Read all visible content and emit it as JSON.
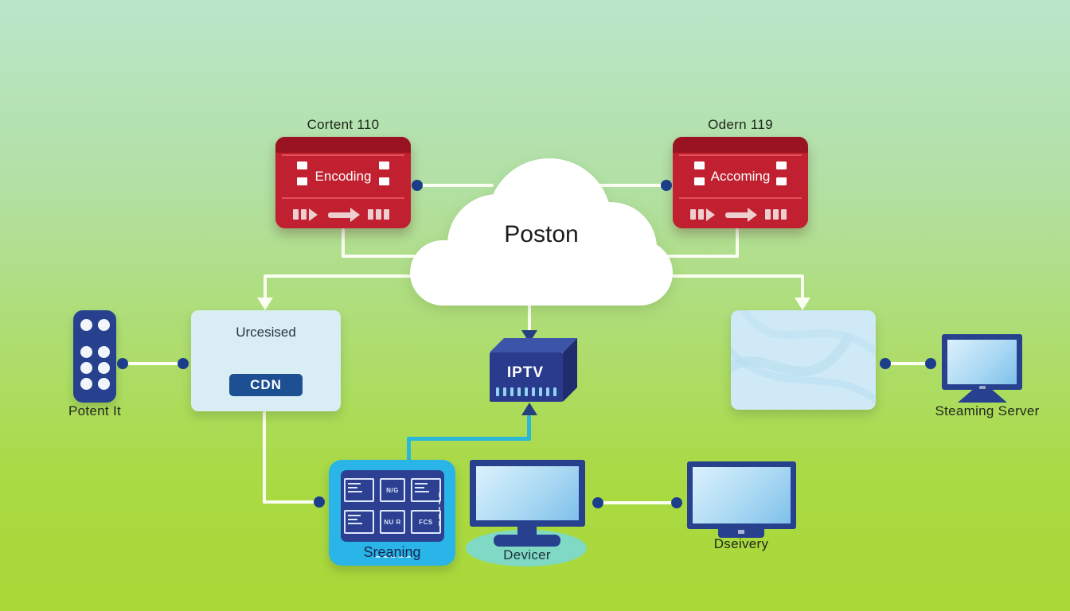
{
  "diagram": {
    "cloud": {
      "title": "Poston"
    },
    "encoder_left": {
      "caption": "Cortent 110",
      "title": "Encoding"
    },
    "encoder_right": {
      "caption": "Odern 119",
      "title": "Accoming"
    },
    "remote": {
      "caption": "Potent It"
    },
    "cdn_box": {
      "title": "Urcesised",
      "button_label": "CDN"
    },
    "iptv": {
      "title": "IPTV"
    },
    "streaming_monitor": {
      "caption": "Steaming Server"
    },
    "screens_panel": {
      "caption": "Sreaning",
      "cells": [
        "",
        "N/G",
        "",
        "",
        "NU R",
        "FCS"
      ]
    },
    "device_monitor": {
      "caption": "Devicer"
    },
    "delivery_tv": {
      "caption": "Dseivery"
    }
  },
  "colors": {
    "background_top": "#bae6ca",
    "background_bottom": "#aad837",
    "encoder_red": "#c0202f",
    "encoder_red_dark": "#9a1322",
    "navy": "#27418f",
    "cyan_panel": "#29b5e8",
    "cyan_line": "#2bb8d8",
    "cdn_panel": "#d8edf4",
    "pattern_panel": "#cfe9f6",
    "teal_oval": "#7fd9c4",
    "button_blue": "#1d4f93",
    "line_white": "#fbfff1",
    "dot_navy": "#1c3f8c"
  }
}
